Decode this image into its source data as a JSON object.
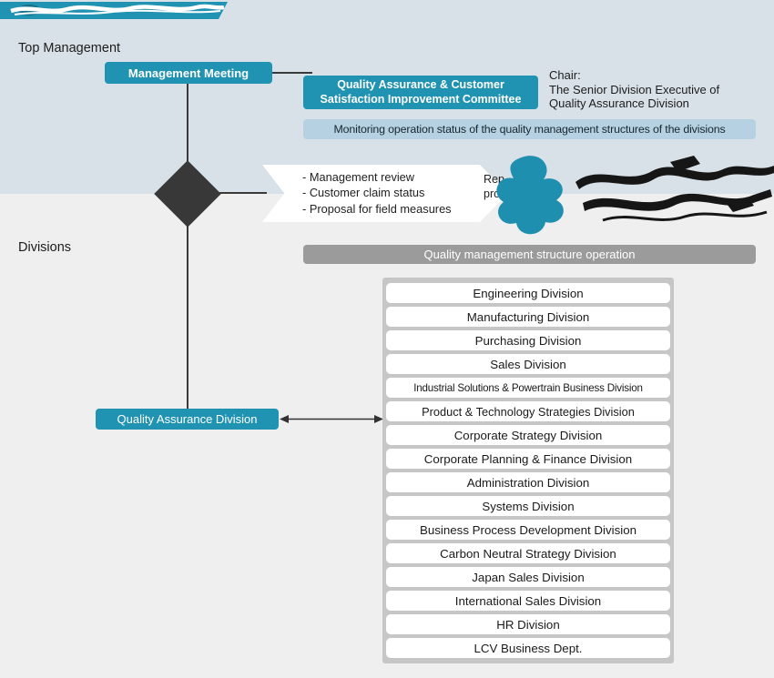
{
  "sections": {
    "top_management_label": "Top Management",
    "divisions_label": "Divisions"
  },
  "top": {
    "management_meeting_label": "Management Meeting",
    "committee_line1": "Quality Assurance & Customer",
    "committee_line2": "Satisfaction Improvement Committee",
    "chair_line1": "Chair:",
    "chair_line2": "The Senior Division Executive of",
    "chair_line3": "Quality Assurance Division",
    "monitoring_label": "Monitoring operation status of the quality management structures of the divisions",
    "review_items": [
      "- Management review",
      "- Customer claim status",
      "- Proposal for field measures"
    ],
    "glitch_fragment1": "Rep",
    "glitch_fragment2": "pro"
  },
  "bottom": {
    "operation_label": "Quality management structure operation",
    "qa_division_label": "Quality Assurance Division",
    "division_list": [
      "Engineering Division",
      "Manufacturing Division",
      "Purchasing Division",
      "Sales Division",
      "Industrial Solutions & Powertrain Business Division",
      "Product & Technology Strategies Division",
      "Corporate Strategy Division",
      "Corporate Planning & Finance Division",
      "Administration Division",
      "Systems Division",
      "Business Process Development Division",
      "Carbon Neutral Strategy Division",
      "Japan Sales Division",
      "International Sales Division",
      "HR Division",
      "LCV Business Dept."
    ]
  },
  "colors": {
    "teal": "#2093b2",
    "light_blue_bar": "#b6d2e2",
    "gray_bar": "#9b9b9b",
    "panel_gray": "#c6c6c6",
    "bg_top": "#d9e1e8",
    "bg_bottom": "#efeff0",
    "line": "#3a3a3a",
    "diamond": "#383838"
  }
}
